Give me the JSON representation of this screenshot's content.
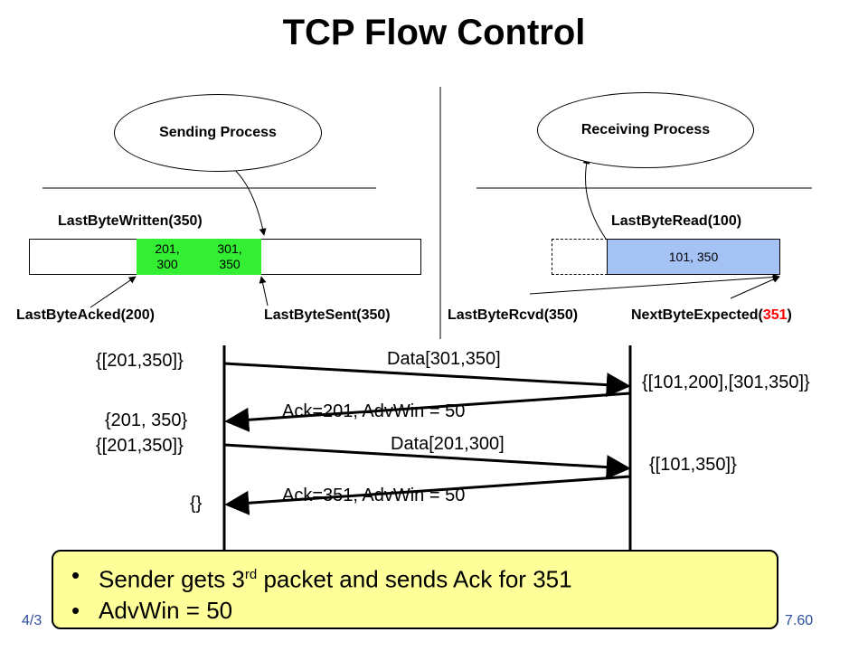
{
  "title": "TCP Flow Control",
  "sender": {
    "process": "Sending Process",
    "last_byte_written": "LastByteWritten(350)",
    "cell_acked_range": "201, 300",
    "cell_sent_range": "301, 350",
    "last_byte_acked": "LastByteAcked(200)",
    "last_byte_sent": "LastByteSent(350)"
  },
  "receiver": {
    "process": "Receiving Process",
    "last_byte_read": "LastByteRead(100)",
    "buffer_range": "101, 350",
    "last_byte_rcvd": "LastByteRcvd(350)",
    "next_byte_expected_prefix": "NextByteExpected(",
    "next_byte_expected_value": "351",
    "next_byte_expected_suffix": ")"
  },
  "timeline": {
    "sender_state_1": "{[201,350]}",
    "data_msg_1": "Data[301,350]",
    "receiver_state_1": "{[101,200],[301,350]}",
    "ack_msg_1": "Ack=201, AdvWin = 50",
    "sender_state_2": "{201, 350}",
    "sender_state_3": "{[201,350]}",
    "data_msg_2": "Data[201,300]",
    "receiver_state_2": "{[101,350]}",
    "ack_msg_2": "Ack=351, AdvWin = 50",
    "sender_state_4": "{}"
  },
  "callout": {
    "bullet_1_pre": "Sender gets 3",
    "bullet_1_sup": "rd",
    "bullet_1_post": " packet and sends Ack for 351",
    "bullet_2": "AdvWin = 50"
  },
  "footer": {
    "date": "4/3",
    "page": "7.60"
  },
  "colors": {
    "sent_fill": "#33ee33",
    "receive_fill": "#a4c2f4",
    "highlight": "#ff0000",
    "callout_fill": "#ffff99",
    "footer_text": "#2d4f9e"
  }
}
